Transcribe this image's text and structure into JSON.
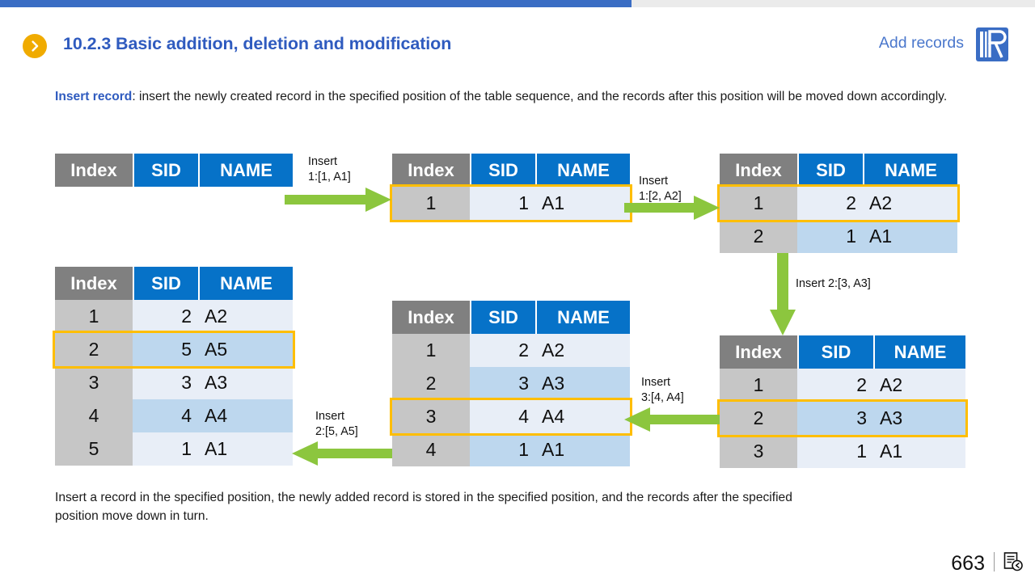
{
  "progress": {
    "percent": 61
  },
  "header": {
    "bullet_icon": "chevron-right-icon",
    "title": "10.2.3 Basic addition, deletion and modification",
    "right_label": "Add records",
    "logo_icon": "book-r-logo-icon",
    "title_color": "#2F5BBF",
    "accent_color": "#F0AB00"
  },
  "intro": {
    "lead": "Insert record",
    "rest": ": insert the newly created record in the specified position of the table sequence, and the records after this position will be moved down accordingly."
  },
  "columns": [
    "Index",
    "SID",
    "NAME"
  ],
  "tables": [
    {
      "id": "table-empty",
      "rows": []
    },
    {
      "id": "table-one-record",
      "rows": [
        {
          "index": "1",
          "sid": "1",
          "name": "A1",
          "highlight": true
        }
      ]
    },
    {
      "id": "table-two-records",
      "rows": [
        {
          "index": "1",
          "sid": "2",
          "name": "A2",
          "highlight": true
        },
        {
          "index": "2",
          "sid": "1",
          "name": "A1",
          "highlight": false
        }
      ]
    },
    {
      "id": "table-three-records",
      "rows": [
        {
          "index": "1",
          "sid": "2",
          "name": "A2",
          "highlight": false
        },
        {
          "index": "2",
          "sid": "3",
          "name": "A3",
          "highlight": true
        },
        {
          "index": "3",
          "sid": "1",
          "name": "A1",
          "highlight": false
        }
      ]
    },
    {
      "id": "table-four-records",
      "rows": [
        {
          "index": "1",
          "sid": "2",
          "name": "A2",
          "highlight": false
        },
        {
          "index": "2",
          "sid": "3",
          "name": "A3",
          "highlight": false
        },
        {
          "index": "3",
          "sid": "4",
          "name": "A4",
          "highlight": true
        },
        {
          "index": "4",
          "sid": "1",
          "name": "A1",
          "highlight": false
        }
      ]
    },
    {
      "id": "table-five-records",
      "rows": [
        {
          "index": "1",
          "sid": "2",
          "name": "A2",
          "highlight": false
        },
        {
          "index": "2",
          "sid": "5",
          "name": "A5",
          "highlight": true
        },
        {
          "index": "3",
          "sid": "3",
          "name": "A3",
          "highlight": false
        },
        {
          "index": "4",
          "sid": "4",
          "name": "A4",
          "highlight": false
        },
        {
          "index": "5",
          "sid": "1",
          "name": "A1",
          "highlight": false
        }
      ]
    }
  ],
  "annotations": [
    {
      "id": "anno-1",
      "text": "Insert\n1:[1, A1]"
    },
    {
      "id": "anno-2",
      "text": "Insert\n1:[2, A2]"
    },
    {
      "id": "anno-3",
      "text": "Insert 2:[3, A3]"
    },
    {
      "id": "anno-4",
      "text": "Insert\n3:[4, A4]"
    },
    {
      "id": "anno-5",
      "text": "Insert\n2:[5, A5]"
    }
  ],
  "arrow_color": "#8CC63E",
  "highlight_color": "#FFBE00",
  "caption": "Insert a record in the specified position, the newly added record is stored in the specified position, and the records after the specified position move down in turn.",
  "footer": {
    "page_number": "663",
    "page_icon": "document-back-icon"
  }
}
